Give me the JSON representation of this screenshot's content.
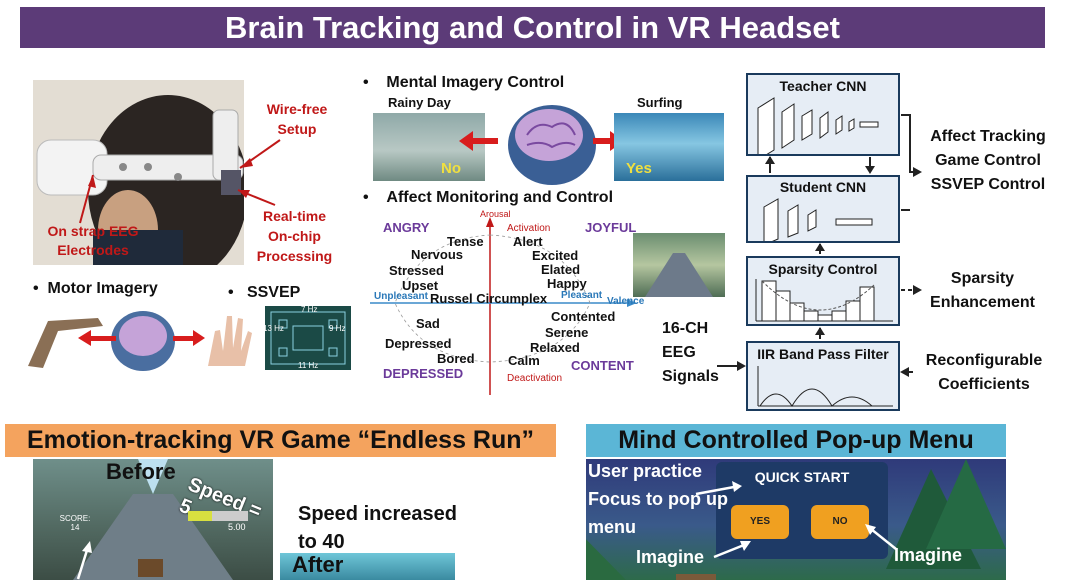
{
  "title": "Brain Tracking and Control in VR Headset",
  "headset": {
    "wire_free": "Wire-free Setup",
    "electrodes": "On strap EEG Electrodes",
    "processing": "Real-time On-chip Processing"
  },
  "motor": {
    "label": "Motor Imagery"
  },
  "ssvep": {
    "label": "SSVEP",
    "f_top": "7 Hz",
    "f_left": "13 Hz",
    "f_right": "9 Hz",
    "f_bottom": "11 Hz"
  },
  "mental": {
    "label": "Mental Imagery Control",
    "left": "Rainy Day",
    "right": "Surfing",
    "no": "No",
    "yes": "Yes"
  },
  "affect": {
    "label": "Affect Monitoring and Control",
    "arousal": "Arousal",
    "activation": "Activation",
    "deactivation": "Deactivation",
    "unpleasant": "Unpleasant",
    "pleasant": "Pleasant",
    "valence": "Valence",
    "center": "Russel Circumplex",
    "angry": "ANGRY",
    "joyful": "JOYFUL",
    "depressed": "DEPRESSED",
    "content": "CONTENT",
    "words": {
      "tense": "Tense",
      "alert": "Alert",
      "nervous": "Nervous",
      "excited": "Excited",
      "stressed": "Stressed",
      "elated": "Elated",
      "upset": "Upset",
      "happy": "Happy",
      "sad": "Sad",
      "contented": "Contented",
      "serene": "Serene",
      "depressed": "Depressed",
      "relaxed": "Relaxed",
      "bored": "Bored",
      "calm": "Calm"
    }
  },
  "pipeline": {
    "teacher": "Teacher CNN",
    "student": "Student CNN",
    "sparsity": "Sparsity Control",
    "iir": "IIR Band Pass Filter",
    "outputs": "Affect Tracking Game Control SSVEP Control",
    "sparsity_enh": "Sparsity Enhancement",
    "reconfig": "Reconfigurable Coefficients",
    "signals": "16-CH EEG Signals"
  },
  "game": {
    "title": "Emotion-tracking VR Game “Endless Run”",
    "before": "Before",
    "speed": "Speed = 5",
    "speed_small": "5.00",
    "score": "SCORE: 14",
    "speed_up": "Speed increased to 40",
    "after": "After"
  },
  "menu": {
    "title": "Mind Controlled Pop-up Menu",
    "practice": "User practice Focus to pop up menu",
    "quick": "QUICK START",
    "yes": "YES",
    "no": "NO",
    "imagine1": "Imagine",
    "imagine2": "Imagine"
  },
  "colors": {
    "banner": "#5c3b78",
    "accent_red": "#c01818",
    "box_border": "#1a3a5c",
    "game_bar": "#f4a35e",
    "menu_bar": "#5bb6d6"
  }
}
